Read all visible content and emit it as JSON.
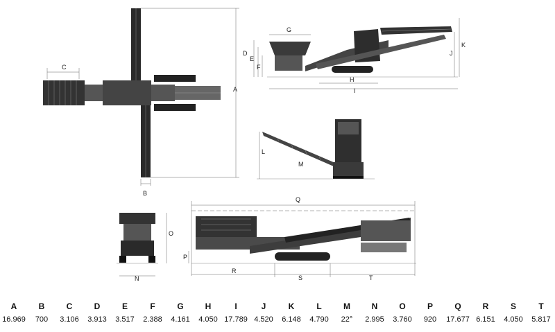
{
  "labels": {
    "top_view": {
      "A": "A",
      "B": "B",
      "C": "C"
    },
    "side_view": {
      "D": "D",
      "E": "E",
      "F": "F",
      "G": "G",
      "H": "H",
      "I": "I",
      "J": "J",
      "K": "K"
    },
    "end_view_small": {
      "L": "L",
      "M": "M"
    },
    "front_view": {
      "N": "N",
      "O": "O"
    },
    "transport_view": {
      "P": "P",
      "Q": "Q",
      "R": "R",
      "S": "S",
      "T": "T"
    }
  },
  "specs": [
    {
      "letter": "A",
      "value": "16.969"
    },
    {
      "letter": "B",
      "value": "700"
    },
    {
      "letter": "C",
      "value": "3.106"
    },
    {
      "letter": "D",
      "value": "3.913"
    },
    {
      "letter": "E",
      "value": "3.517"
    },
    {
      "letter": "F",
      "value": "2.388"
    },
    {
      "letter": "G",
      "value": "4.161"
    },
    {
      "letter": "H",
      "value": "4.050"
    },
    {
      "letter": "I",
      "value": "17.789"
    },
    {
      "letter": "J",
      "value": "4.520"
    },
    {
      "letter": "K",
      "value": "6.148"
    },
    {
      "letter": "L",
      "value": "4.790"
    },
    {
      "letter": "M",
      "value": "22°"
    },
    {
      "letter": "N",
      "value": "2.995"
    },
    {
      "letter": "O",
      "value": "3.760"
    },
    {
      "letter": "P",
      "value": "920"
    },
    {
      "letter": "Q",
      "value": "17.677"
    },
    {
      "letter": "R",
      "value": "6.151"
    },
    {
      "letter": "S",
      "value": "4.050"
    },
    {
      "letter": "T",
      "value": "5.817"
    }
  ]
}
